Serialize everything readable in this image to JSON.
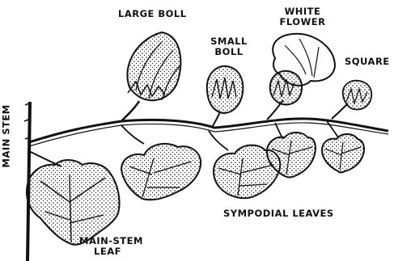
{
  "labels": {
    "large_boll": "LARGE BOLL",
    "white_flower_line1": "WHITE",
    "white_flower_line2": "FLOWER",
    "small_boll_line1": "SMALL",
    "small_boll_line2": "BOLL",
    "square": "SQUARE",
    "main_stem": "MAIN STEM",
    "sympodial_leaves": "SYMPODIAL LEAVES",
    "main_stem_leaf_line1": "MAIN-STEM",
    "main_stem_leaf_line2": "LEAF"
  },
  "colors": {
    "ink": "#111111",
    "background": "#ffffff"
  }
}
